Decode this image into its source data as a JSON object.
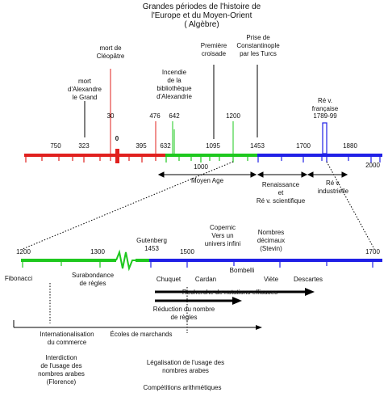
{
  "title": "Grandes périodes de l'histoire de\nl'Europe et du Moyen-Orient\n( Algèbre)",
  "upper": {
    "year_labels": [
      "750",
      "323",
      "30",
      "0",
      "395",
      "476",
      "632",
      "642",
      "1095",
      "1200",
      "1453",
      "1700",
      "1880",
      "1000",
      "2000",
      "1789-99"
    ],
    "events": {
      "alexandre": "mort\nd'Alexandre\nle Grand",
      "cleopatre": "mort de\nCléopâtre",
      "alexandrie": "Incendie\nde la\nbibliothèque\nd'Alexandrie",
      "croisade": "Première\ncroisade",
      "constantinople": "Prise de\nConstantinople\npar les Turcs",
      "revfr": "Ré v.\nfrançaise"
    },
    "periods": {
      "moyen_age": "Moyen Age",
      "renaissance": "Renaissance\net\nRé v. scientifique",
      "industrielle": "Ré v.\nindustrielle"
    }
  },
  "lower": {
    "year_labels": [
      "1200",
      "1300",
      "1500",
      "1700",
      "Gutenberg\n1453"
    ],
    "people": {
      "copernic": "Copernic\nVers un\nunivers infini",
      "stevin": "Nombres\ndécimaux\n(Stevin)",
      "fibonacci": "Fibonacci",
      "surabondance": "Surabondance\nde règles",
      "bombelli": "Bombelli",
      "chuquet": "Chuquet",
      "cardan": "Cardan",
      "viete": "Viète",
      "descartes": "Descartes"
    },
    "arrows": {
      "notations": "Recherche de notations efficaces",
      "reduction": "Réduction du nombre\nde règles"
    },
    "notes": {
      "internationalisation": "Internationalisation\ndu commerce",
      "ecoles": "Écoles de marchands",
      "interdiction": "Interdiction\nde l'usage des\nnombres arabes\n(Florence)",
      "legalisation": "Légalisation de l'usage des\nnombres arabes",
      "competitions": "Compétitions arithmétiques"
    }
  },
  "colors": {
    "red": "#e0201e",
    "green": "#1ec81e",
    "blue": "#2020e6",
    "black": "#000000"
  }
}
